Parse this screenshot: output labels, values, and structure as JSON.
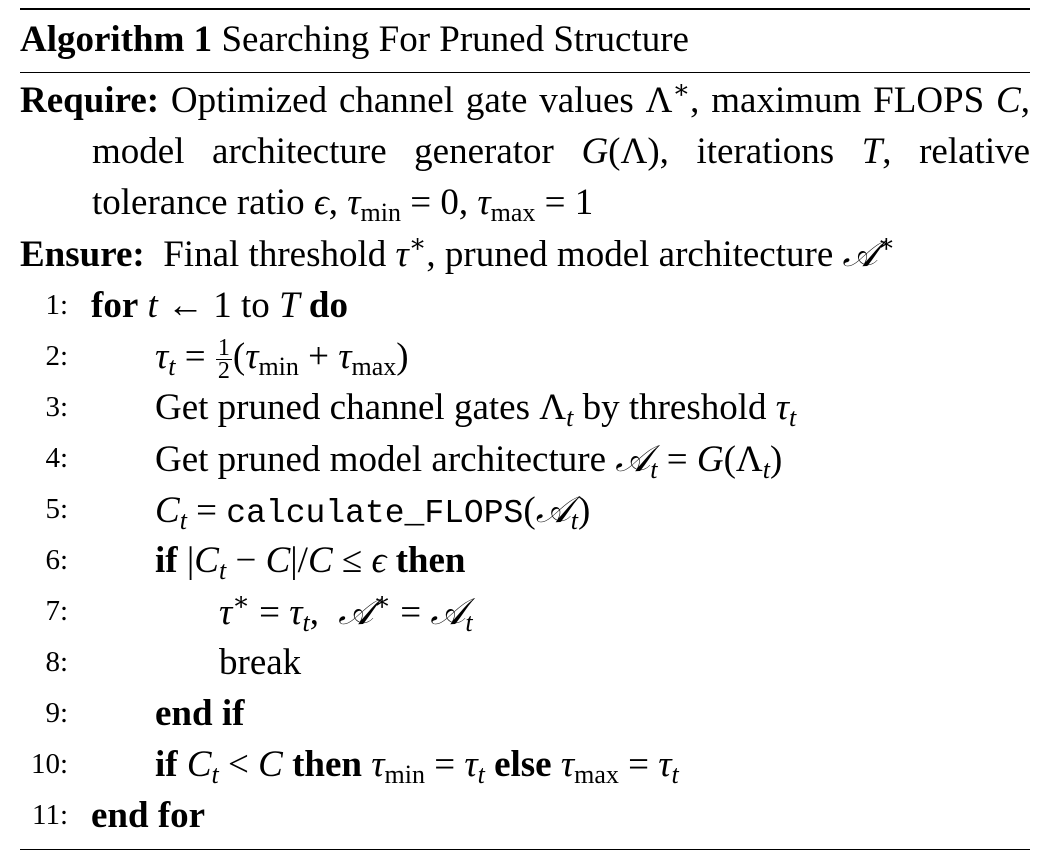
{
  "caption": {
    "label": "Algorithm 1",
    "title": "Searching For Pruned Structure"
  },
  "require": {
    "keyword": "Require:",
    "text_1": "Optimized channel gate values",
    "text_2": ", maximum FLOPS",
    "text_3": ", model architecture generator",
    "text_4": ", iterations",
    "text_5": ", relative tolerance ratio",
    "tau_min_value": "0",
    "tau_max_value": "1"
  },
  "ensure": {
    "keyword": "Ensure:",
    "text_1": "Final threshold",
    "text_2": ", pruned model architecture"
  },
  "lines": [
    {
      "num": "1:",
      "kw_for": "for",
      "to": "to",
      "kw_do": "do"
    },
    {
      "num": "2:"
    },
    {
      "num": "3:",
      "text_1": "Get pruned channel gates",
      "text_2": "by threshold"
    },
    {
      "num": "4:",
      "text": "Get pruned model architecture"
    },
    {
      "num": "5:",
      "func": "calculate_FLOPS"
    },
    {
      "num": "6:",
      "kw_if": "if",
      "kw_then": "then"
    },
    {
      "num": "7:"
    },
    {
      "num": "8:",
      "text": "break"
    },
    {
      "num": "9:",
      "kw": "end if"
    },
    {
      "num": "10:",
      "kw_if": "if",
      "kw_then": "then",
      "kw_else": "else"
    },
    {
      "num": "11:",
      "kw": "end for"
    }
  ]
}
